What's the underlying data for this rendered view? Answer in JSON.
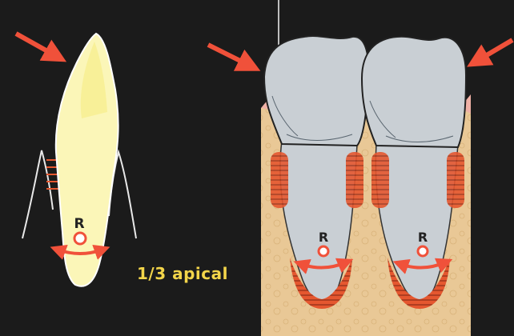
{
  "labels": {
    "caption": "1/3 apical",
    "left_center": "R",
    "right_center_1": "R",
    "right_center_2": "R"
  },
  "colors": {
    "background": "#1b1b1b",
    "arrow": "#f0513a",
    "caption": "#f3d54a",
    "tooth_left": "#fbf6b8",
    "tooth_right": "#c9cfd4",
    "bone": "#e9c896",
    "ligament": "#e0502c"
  },
  "icons": [
    "arrow-icon",
    "rotation-center-icon"
  ]
}
